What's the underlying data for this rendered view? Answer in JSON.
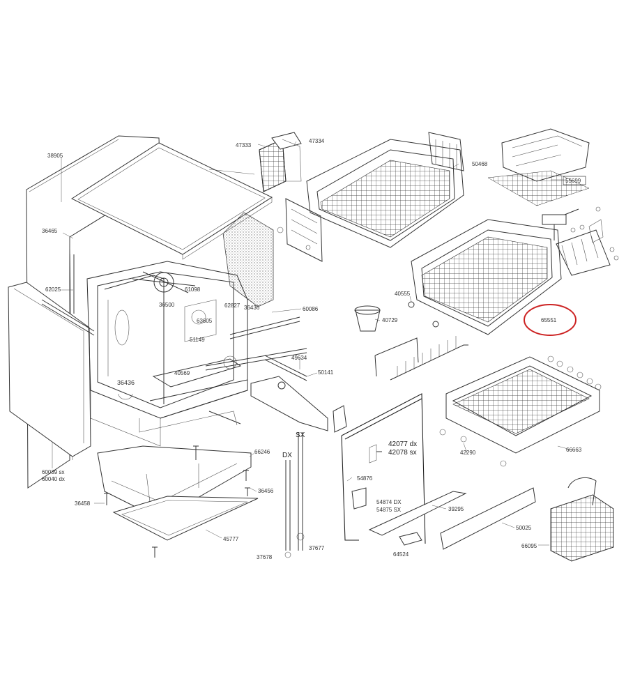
{
  "labels": {
    "l38905": "38905",
    "l36465": "36465",
    "l62025": "62025",
    "l60039": "60039 sx",
    "l60040": "60040 dx",
    "l36458": "36458",
    "l61098": "61098",
    "l36500": "36500",
    "l62827": "62827",
    "l36436a": "36436",
    "l63605": "63605",
    "l51149": "51149",
    "l36436b": "36436",
    "l40569": "40569",
    "l66246": "66246",
    "l36456": "36456",
    "l45777": "45777",
    "l47333a": "47333",
    "l47334": "47334",
    "l60086": "60086",
    "l49634": "49634",
    "l50141": "50141",
    "lSX": "SX",
    "lDX": "DX",
    "l37678": "37678",
    "l37677": "37677",
    "l50468": "50468",
    "l55699": "55699",
    "l40555": "40555",
    "l40729": "40729",
    "l65551": "65551",
    "l42077": "42077 dx",
    "l42078": "42078 sx",
    "l54876": "54876",
    "l54874": "54874 DX",
    "l54875": "54875 SX",
    "l39295": "39295",
    "l64524": "64524",
    "l50025": "50025",
    "l66663": "66663",
    "l42290": "42290",
    "l66095": "66095"
  },
  "highlight": {
    "color": "#cc2222"
  }
}
